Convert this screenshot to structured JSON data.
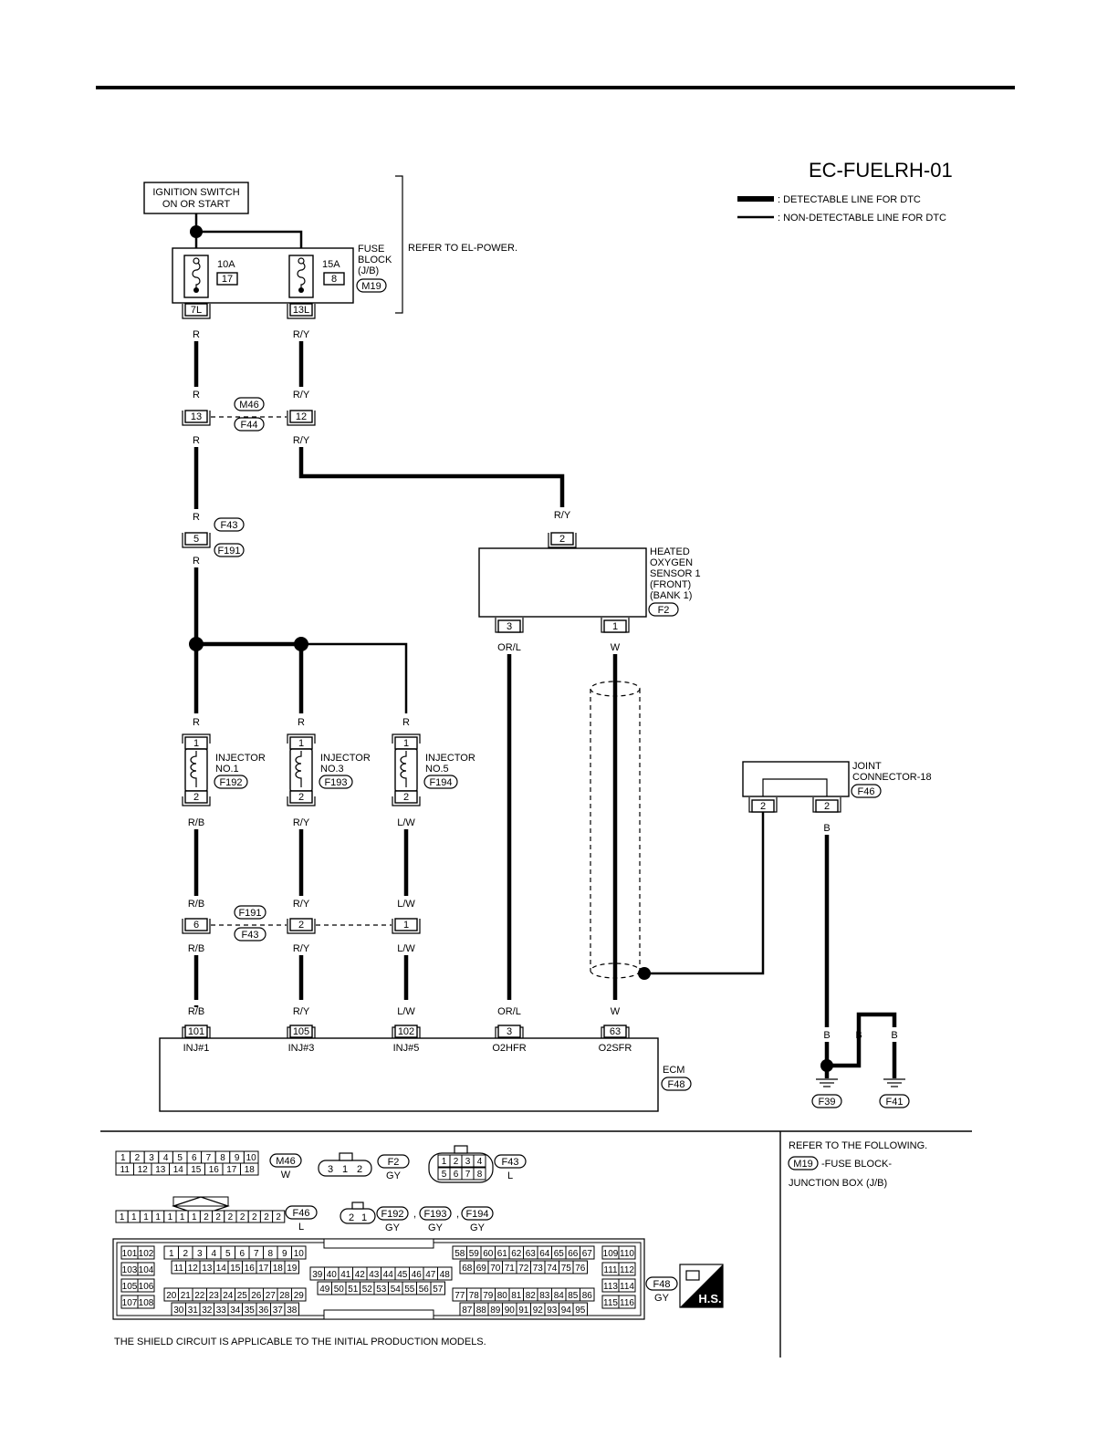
{
  "diagram_id": "EC-FUELRH-01",
  "legend": {
    "detectable": ": DETECTABLE LINE FOR DTC",
    "non_detectable": ": NON-DETECTABLE LINE FOR DTC"
  },
  "ignition_switch": [
    "IGNITION SWITCH",
    "ON OR START"
  ],
  "refer_power": "REFER TO EL-POWER.",
  "fuse_block": {
    "label": [
      "FUSE",
      "BLOCK",
      "(J/B)"
    ],
    "connector": "M19",
    "fuse1": {
      "rating": "10A",
      "number": "17",
      "terminal": "7L"
    },
    "fuse2": {
      "rating": "15A",
      "number": "8",
      "terminal": "13L"
    }
  },
  "colors": {
    "R": "R",
    "RY": "R/Y",
    "RB": "R/B",
    "LW": "L/W",
    "ORL": "OR/L",
    "W": "W",
    "B": "B"
  },
  "jc_m46_f44": {
    "top": "M46",
    "bottom": "F44",
    "pin_r": "13",
    "pin_ry": "12"
  },
  "jc_f43_f191": {
    "top": "F43",
    "bottom": "F191",
    "pin": "5"
  },
  "oxygen_sensor": {
    "label": [
      "HEATED",
      "OXYGEN",
      "SENSOR 1",
      "(FRONT)",
      "(BANK 1)"
    ],
    "connector": "F2",
    "pin_top": "2",
    "pin_left": "3",
    "pin_right": "1"
  },
  "injectors": [
    {
      "name": "INJECTOR",
      "no": "NO.1",
      "connector": "F192",
      "pin_top": "1",
      "pin_bottom": "2"
    },
    {
      "name": "INJECTOR",
      "no": "NO.3",
      "connector": "F193",
      "pin_top": "1",
      "pin_bottom": "2"
    },
    {
      "name": "INJECTOR",
      "no": "NO.5",
      "connector": "F194",
      "pin_top": "1",
      "pin_bottom": "2"
    }
  ],
  "joint_connector": {
    "label": [
      "JOINT",
      "CONNECTOR-18"
    ],
    "connector": "F46",
    "pin_a": "2",
    "pin_b": "2"
  },
  "jc_f191_f43": {
    "top": "F191",
    "bottom": "F43",
    "pins": [
      "6",
      "2",
      "1"
    ]
  },
  "ecm": {
    "label": "ECM",
    "connector": "F48",
    "terminals": [
      {
        "pin": "101",
        "name": "INJ#1"
      },
      {
        "pin": "105",
        "name": "INJ#3"
      },
      {
        "pin": "102",
        "name": "INJ#5"
      },
      {
        "pin": "3",
        "name": "O2HFR"
      },
      {
        "pin": "63",
        "name": "O2SFR"
      }
    ]
  },
  "grounds": [
    "F39",
    "F41"
  ],
  "connector_views": {
    "m46": {
      "row1": [
        "1",
        "2",
        "3",
        "4",
        "5",
        "6",
        "7",
        "8",
        "9",
        "10"
      ],
      "row2": [
        "11",
        "12",
        "13",
        "14",
        "15",
        "16",
        "17",
        "18"
      ],
      "id": "M46",
      "color": "W"
    },
    "f2": {
      "pins": [
        "3",
        "1",
        "2"
      ],
      "id": "F2",
      "color": "GY"
    },
    "f43": {
      "row1": [
        "1",
        "2",
        "3",
        "4"
      ],
      "row2": [
        "5",
        "6",
        "7",
        "8"
      ],
      "id": "F43",
      "color": "L"
    },
    "f46": {
      "pins": [
        "1",
        "1",
        "1",
        "1",
        "1",
        "1",
        "1",
        "2",
        "2",
        "2",
        "2",
        "2",
        "2",
        "2"
      ],
      "id": "F46",
      "color": "L"
    },
    "f192": {
      "pins": [
        "2",
        "1"
      ],
      "ids": [
        "F192",
        "F193",
        "F194"
      ],
      "colors": [
        "GY",
        "GY",
        "GY"
      ],
      "sep": ","
    },
    "f48": {
      "id": "F48",
      "color": "GY",
      "hs": "H.S.",
      "left": [
        "101",
        "102",
        "103",
        "104",
        "105",
        "106",
        "107",
        "108"
      ],
      "right": [
        "109",
        "110",
        "111",
        "112",
        "113",
        "114",
        "115",
        "116"
      ],
      "b1r1": [
        "1",
        "2",
        "3",
        "4",
        "5",
        "6",
        "7",
        "8",
        "9",
        "10"
      ],
      "b1r2": [
        "11",
        "12",
        "13",
        "14",
        "15",
        "16",
        "17",
        "18",
        "19"
      ],
      "b1r3": [
        "20",
        "21",
        "22",
        "23",
        "24",
        "25",
        "26",
        "27",
        "28",
        "29"
      ],
      "b1r4": [
        "30",
        "31",
        "32",
        "33",
        "34",
        "35",
        "36",
        "37",
        "38"
      ],
      "b2r1": [
        "39",
        "40",
        "41",
        "42",
        "43",
        "44",
        "45",
        "46",
        "47",
        "48"
      ],
      "b2r2": [
        "49",
        "50",
        "51",
        "52",
        "53",
        "54",
        "55",
        "56",
        "57"
      ],
      "b3r1": [
        "58",
        "59",
        "60",
        "61",
        "62",
        "63",
        "64",
        "65",
        "66",
        "67"
      ],
      "b3r2": [
        "68",
        "69",
        "70",
        "71",
        "72",
        "73",
        "74",
        "75",
        "76"
      ],
      "b3r3": [
        "77",
        "78",
        "79",
        "80",
        "81",
        "82",
        "83",
        "84",
        "85",
        "86"
      ],
      "b3r4": [
        "87",
        "88",
        "89",
        "90",
        "91",
        "92",
        "93",
        "94",
        "95"
      ]
    }
  },
  "refer_following": {
    "heading": "REFER TO THE FOLLOWING.",
    "connector": "M19",
    "line1": "-FUSE BLOCK-",
    "line2": "JUNCTION BOX (J/B)"
  },
  "shield_note": "THE SHIELD CIRCUIT IS APPLICABLE TO THE INITIAL PRODUCTION MODELS."
}
